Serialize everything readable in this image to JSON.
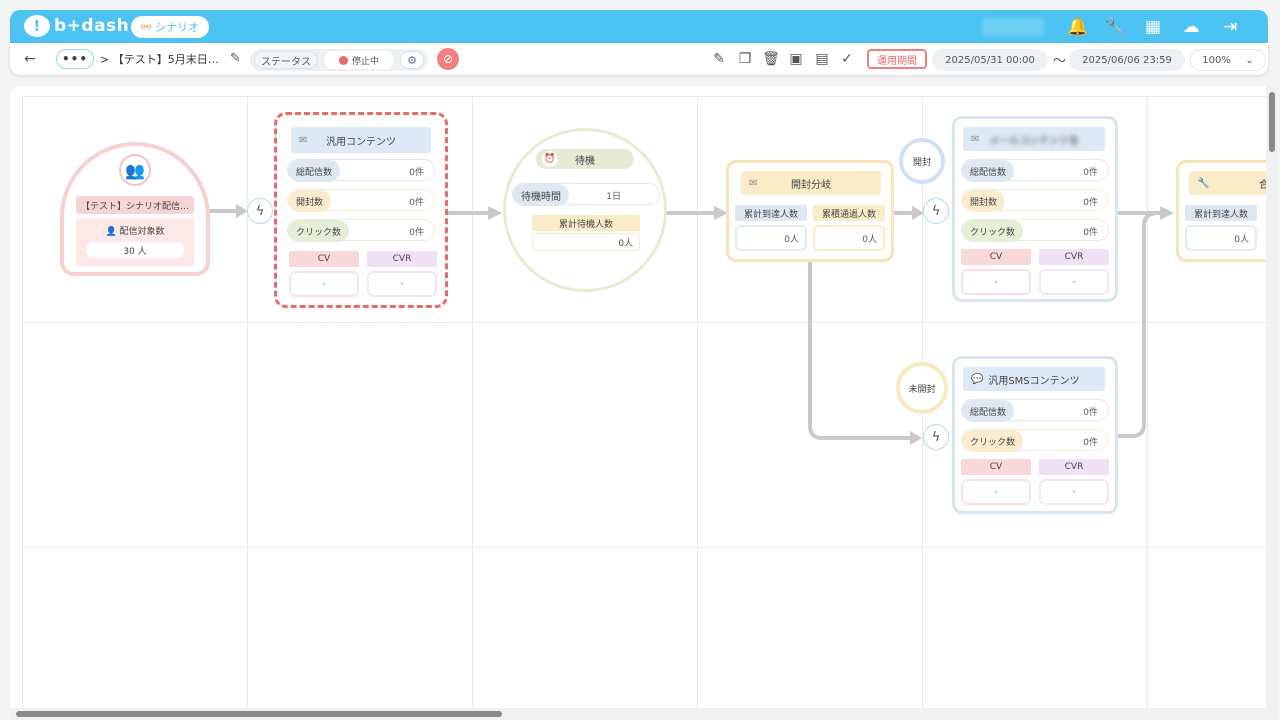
{
  "header": {
    "logo_text": "b+dash",
    "scenario_chip": "シナリオ",
    "icons": [
      "bell-icon",
      "wrench-icon",
      "apps-grid-icon",
      "support-icon",
      "logout-icon"
    ]
  },
  "toolbar": {
    "back_label": "←",
    "more_label": "•••",
    "breadcrumb": "> 【テスト】5月末日…",
    "status_label": "ステータス",
    "status_value": "停止中",
    "period_label": "運用期間",
    "start_date": "2025/05/31 00:00",
    "tilde": "〜",
    "end_date": "2025/06/06 23:59",
    "zoom": "100%"
  },
  "colors": {
    "header_bg": "#4cc3f3",
    "stopped": "#e86a6a",
    "segment_node": "#f7c2c2",
    "wait_node": "#e8eccf",
    "branch_node": "#f8e4b6",
    "content_node": "#cfe2f3"
  },
  "flow": {
    "segment": {
      "title": "【テスト】シナリオ配信…",
      "target_label": "配信対象数",
      "target_value": "30 人"
    },
    "content1": {
      "title": "汎用コンテンツ",
      "rows": [
        {
          "label": "総配信数",
          "value": "0件"
        },
        {
          "label": "開封数",
          "value": "0件"
        },
        {
          "label": "クリック数",
          "value": "0件"
        }
      ],
      "cv_label": "CV",
      "cvr_label": "CVR",
      "cv_value": "-",
      "cvr_value": "-"
    },
    "wait": {
      "title": "待機",
      "wait_time_label": "待機時間",
      "wait_time_value": "1日",
      "cumulative_label": "累計待機人数",
      "cumulative_value": "0人"
    },
    "branch": {
      "title": "開封分岐",
      "reached_label": "累計到達人数",
      "passed_label": "累積通過人数",
      "reached_value": "0人",
      "passed_value": "0人"
    },
    "opened_pin": "開封",
    "unopened_pin": "未開封",
    "content2": {
      "title": "メールコンテンツ名",
      "rows": [
        {
          "label": "総配信数",
          "value": "0件"
        },
        {
          "label": "開封数",
          "value": "0件"
        },
        {
          "label": "クリック数",
          "value": "0件"
        }
      ],
      "cv_label": "CV",
      "cvr_label": "CVR",
      "cv_value": "-",
      "cvr_value": "-"
    },
    "sms": {
      "title": "汎用SMSコンテンツ",
      "rows": [
        {
          "label": "総配信数",
          "value": "0件"
        },
        {
          "label": "クリック数",
          "value": "0件"
        }
      ],
      "cv_label": "CV",
      "cvr_label": "CVR",
      "cv_value": "-",
      "cvr_value": "-"
    },
    "merge": {
      "title": "合流",
      "reached_label": "累計到達人数",
      "reached_value": "0人"
    }
  }
}
